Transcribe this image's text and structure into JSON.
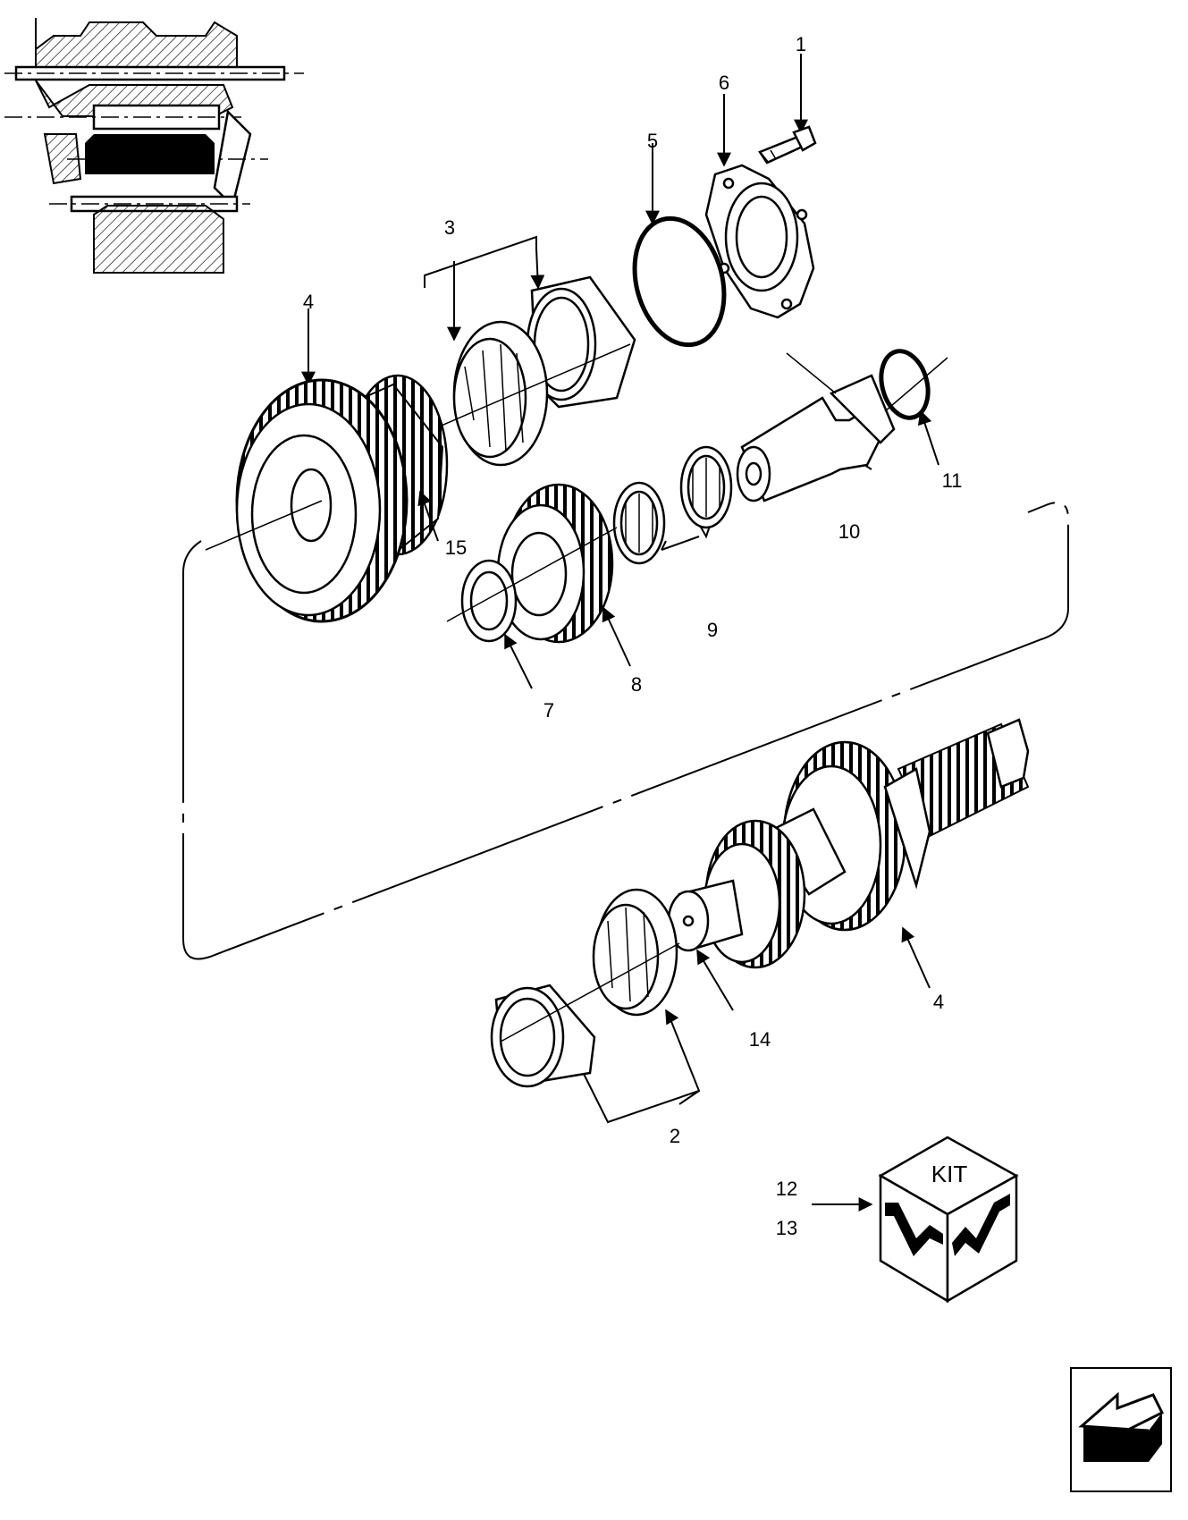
{
  "callouts": {
    "c1": "1",
    "c2": "2",
    "c3": "3",
    "c4a": "4",
    "c4b": "4",
    "c5": "5",
    "c6": "6",
    "c7": "7",
    "c8": "8",
    "c9": "9",
    "c10": "10",
    "c11": "11",
    "c12": "12",
    "c13": "13",
    "c14": "14",
    "c15": "15"
  },
  "kit": {
    "label": "KIT"
  },
  "icons": {
    "thumbnail": "transmission-section-thumbnail",
    "nav": "back-arrow-icon",
    "kit": "kit-cube-icon"
  }
}
